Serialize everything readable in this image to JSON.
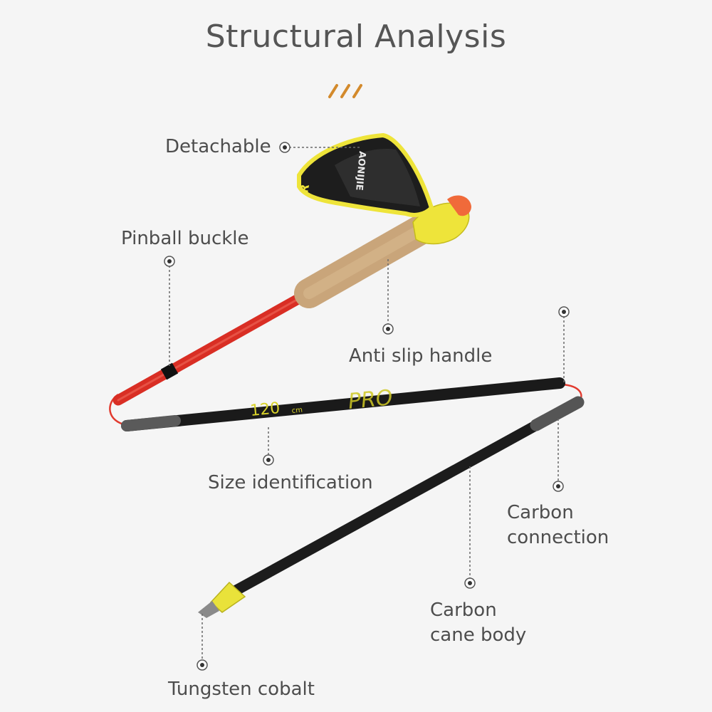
{
  "title": "Structural Analysis",
  "accent_color": "#d38a2c",
  "labels": {
    "detachable": "Detachable",
    "pinball_buckle": "Pinball buckle",
    "anti_slip_handle": "Anti slip handle",
    "size_identification": "Size identification",
    "carbon_connection": [
      "Carbon",
      "connection"
    ],
    "carbon_cane_body": [
      "Carbon",
      "cane body"
    ],
    "tungsten_cobalt": "Tungsten cobalt"
  },
  "product_marks": {
    "strap_brand": "AONIJIE",
    "strap_side": "R",
    "size_number": "120",
    "size_unit": "cm",
    "series": "PRO"
  }
}
